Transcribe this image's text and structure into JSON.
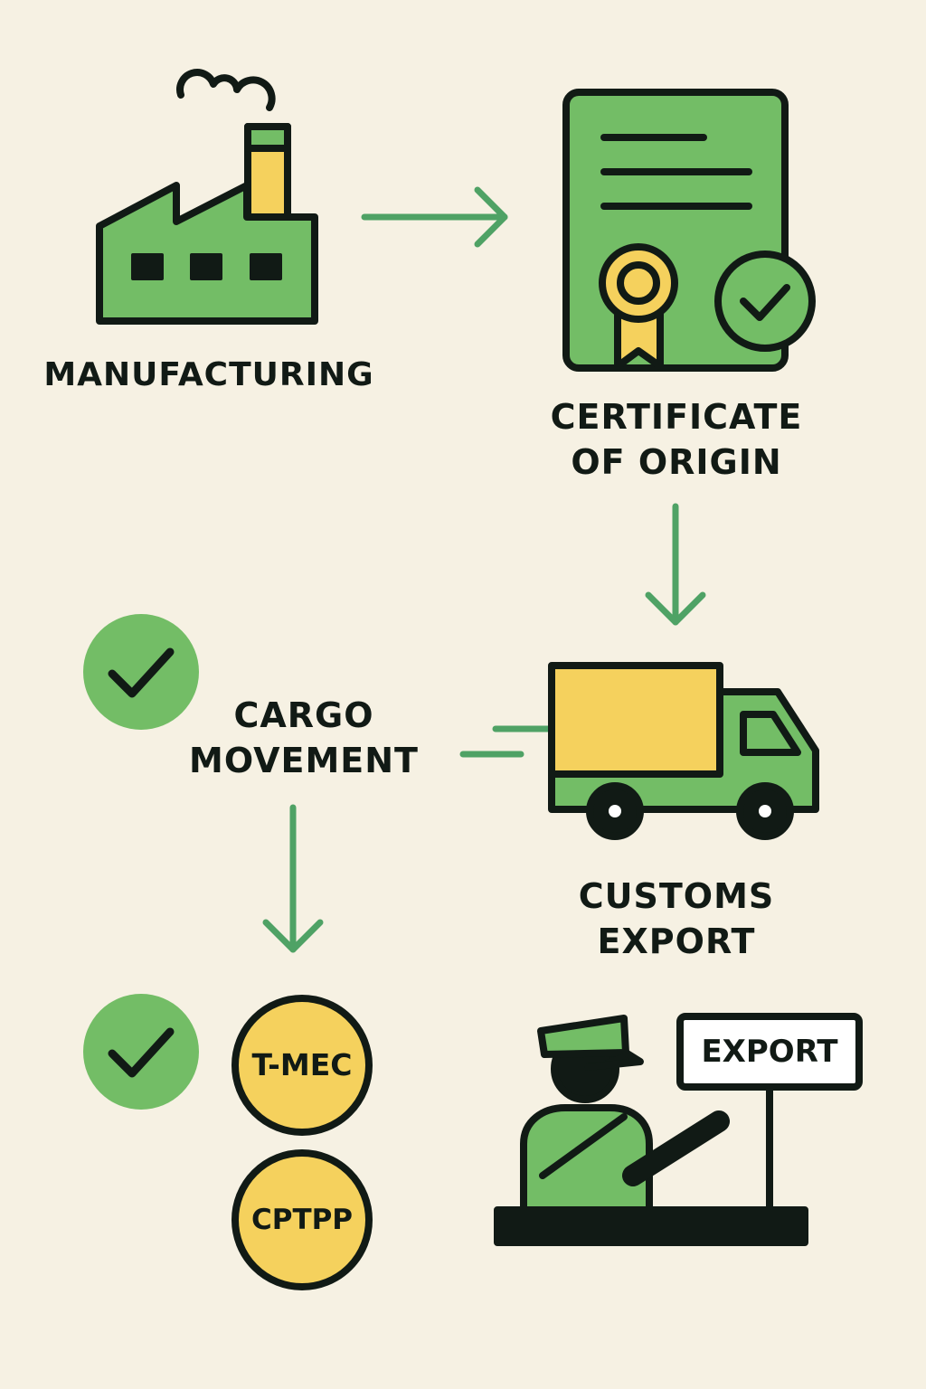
{
  "colors": {
    "background": "#f6f1e3",
    "green": "#73bd66",
    "arrow_green": "#4fa265",
    "yellow": "#f5d15d",
    "outline": "#111a15",
    "white": "#ffffff"
  },
  "steps": {
    "manufacturing": {
      "label": "MANUFACTURING",
      "icon": "factory-icon"
    },
    "certificate": {
      "label_line1": "CERTIFICATE",
      "label_line2": "OF ORIGIN",
      "icon": "certificate-icon"
    },
    "customs": {
      "label_line1": "CUSTOMS",
      "label_line2": "EXPORT",
      "icon": "truck-icon"
    },
    "cargo": {
      "label_line1": "CARGO",
      "label_line2": "MOVEMENT",
      "icon": "check-icon"
    }
  },
  "agreements": [
    {
      "label": "T-MEC"
    },
    {
      "label": "CPTPP"
    }
  ],
  "export_sign": {
    "label": "EXPORT",
    "icon": "customs-officer-icon"
  }
}
